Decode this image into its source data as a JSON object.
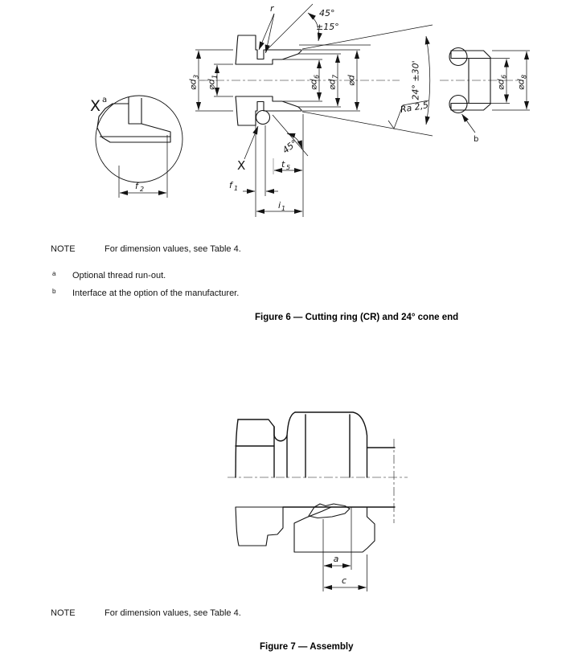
{
  "figure6": {
    "note_label": "NOTE",
    "note_text": "For dimension values, see Table 4.",
    "footnote_a_marker": "a",
    "footnote_a_text": "Optional thread run-out.",
    "footnote_b_marker": "b",
    "footnote_b_text": "Interface at the option of the manufacturer.",
    "caption": "Figure 6 — Cutting ring (CR) and 24° cone end",
    "main": {
      "d3_base": "⌀d",
      "d3_sub": "3",
      "d1_base": "⌀d",
      "d1_sub": "1",
      "d6_base": "⌀d",
      "d6_sub": "6",
      "d7_base": "⌀d",
      "d7_sub": "7",
      "d_base": "⌀d",
      "r_label": "r",
      "x_label": "X",
      "chamfer_angle_value": "45°",
      "chamfer_angle_tol": "±15°",
      "cone_angle": "24° ±30'",
      "mouth_angle": "45°",
      "surface_roughness": "Ra 2,5",
      "f1_base": "f",
      "f1_sub": "1",
      "t5_base": "t",
      "t5_sub": "5",
      "i1_base": "i",
      "i1_sub": "1"
    },
    "detail": {
      "label": "X",
      "label_sup": "a",
      "f2_base": "f",
      "f2_sub": "2"
    },
    "ring": {
      "d6_base": "⌀d",
      "d6_sub": "6",
      "d8_base": "⌀d",
      "d8_sub": "8",
      "b_label": "b"
    }
  },
  "figure7": {
    "note_label": "NOTE",
    "note_text": "For dimension values, see Table 4.",
    "caption": "Figure 7 — Assembly",
    "a_label": "a",
    "c_label": "c"
  }
}
